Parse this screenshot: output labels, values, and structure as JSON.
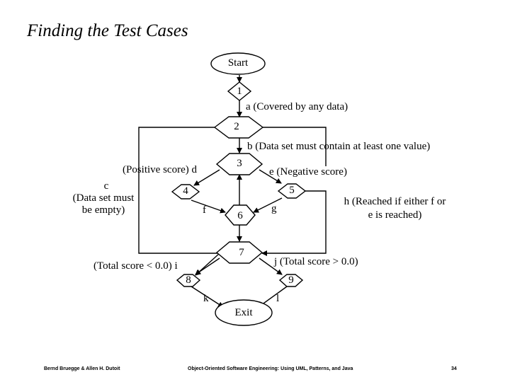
{
  "title": "Finding the Test Cases",
  "nodes": {
    "start": "Start",
    "n1": "1",
    "n2": "2",
    "n3": "3",
    "n4": "4",
    "n5": "5",
    "n6": "6",
    "n7": "7",
    "n8": "8",
    "n9": "9",
    "exit": "Exit"
  },
  "edges": {
    "a": "a  (Covered by any data)",
    "b": "b   (Data set must contain at least one value)",
    "c_letter": "c",
    "c_line1": "(Data set must",
    "c_line2": "be empty)",
    "d": "(Positive score)  d",
    "e": "e (Negative score)",
    "f": "f",
    "g": "g",
    "h_line1": "h  (Reached if either f or",
    "h_line2": "e is reached)",
    "i": "(Total score < 0.0)  i",
    "j": "j (Total score > 0.0)",
    "k": "k",
    "l": "l"
  },
  "footer": {
    "left": "Bernd Bruegge & Allen H. Dutoit",
    "center": "Object-Oriented Software Engineering: Using UML, Patterns, and Java",
    "page": "34"
  }
}
